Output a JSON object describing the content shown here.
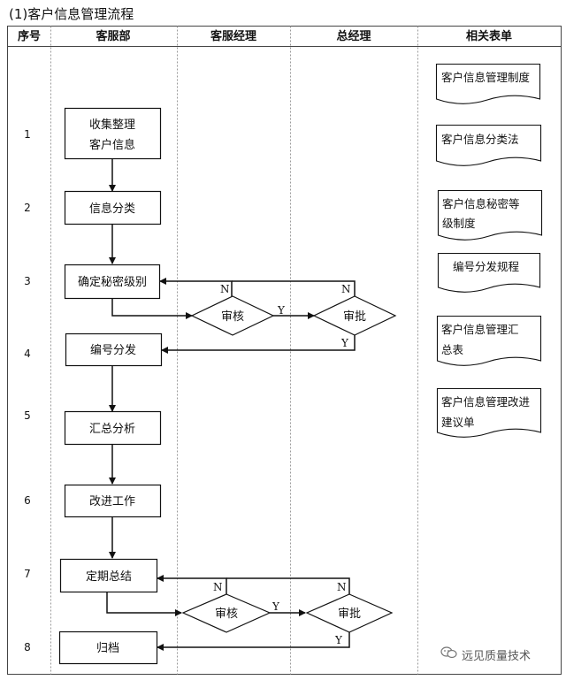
{
  "title": "(1)客户信息管理流程",
  "columns": [
    "序号",
    "客服部",
    "客服经理",
    "总经理",
    "相关表单"
  ],
  "steps": [
    "1",
    "2",
    "3",
    "4",
    "5",
    "6",
    "7",
    "8"
  ],
  "process": {
    "collect_line1": "收集整理",
    "collect_line2": "客户信息",
    "classify": "信息分类",
    "confidential_level": "确定秘密级别",
    "numbering": "编号分发",
    "summary_analysis": "汇总分析",
    "improve": "改进工作",
    "periodic_summary": "定期总结",
    "archive": "归档",
    "review_1": "审核",
    "approve_1": "审批",
    "review_2": "审核",
    "approve_2": "审批"
  },
  "branch_labels": {
    "yes": "Y",
    "no": "N"
  },
  "forms": [
    {
      "line1": "客户信息管理制度",
      "line2": ""
    },
    {
      "line1": "客户信息分类法",
      "line2": ""
    },
    {
      "line1": "客户信息秘密等",
      "line2": "级制度"
    },
    {
      "line1": "编号分发规程",
      "line2": ""
    },
    {
      "line1": "客户信息管理汇",
      "line2": "总表"
    },
    {
      "line1": "客户信息管理改进",
      "line2": "建议单"
    }
  ],
  "watermark": "远见质量技术"
}
